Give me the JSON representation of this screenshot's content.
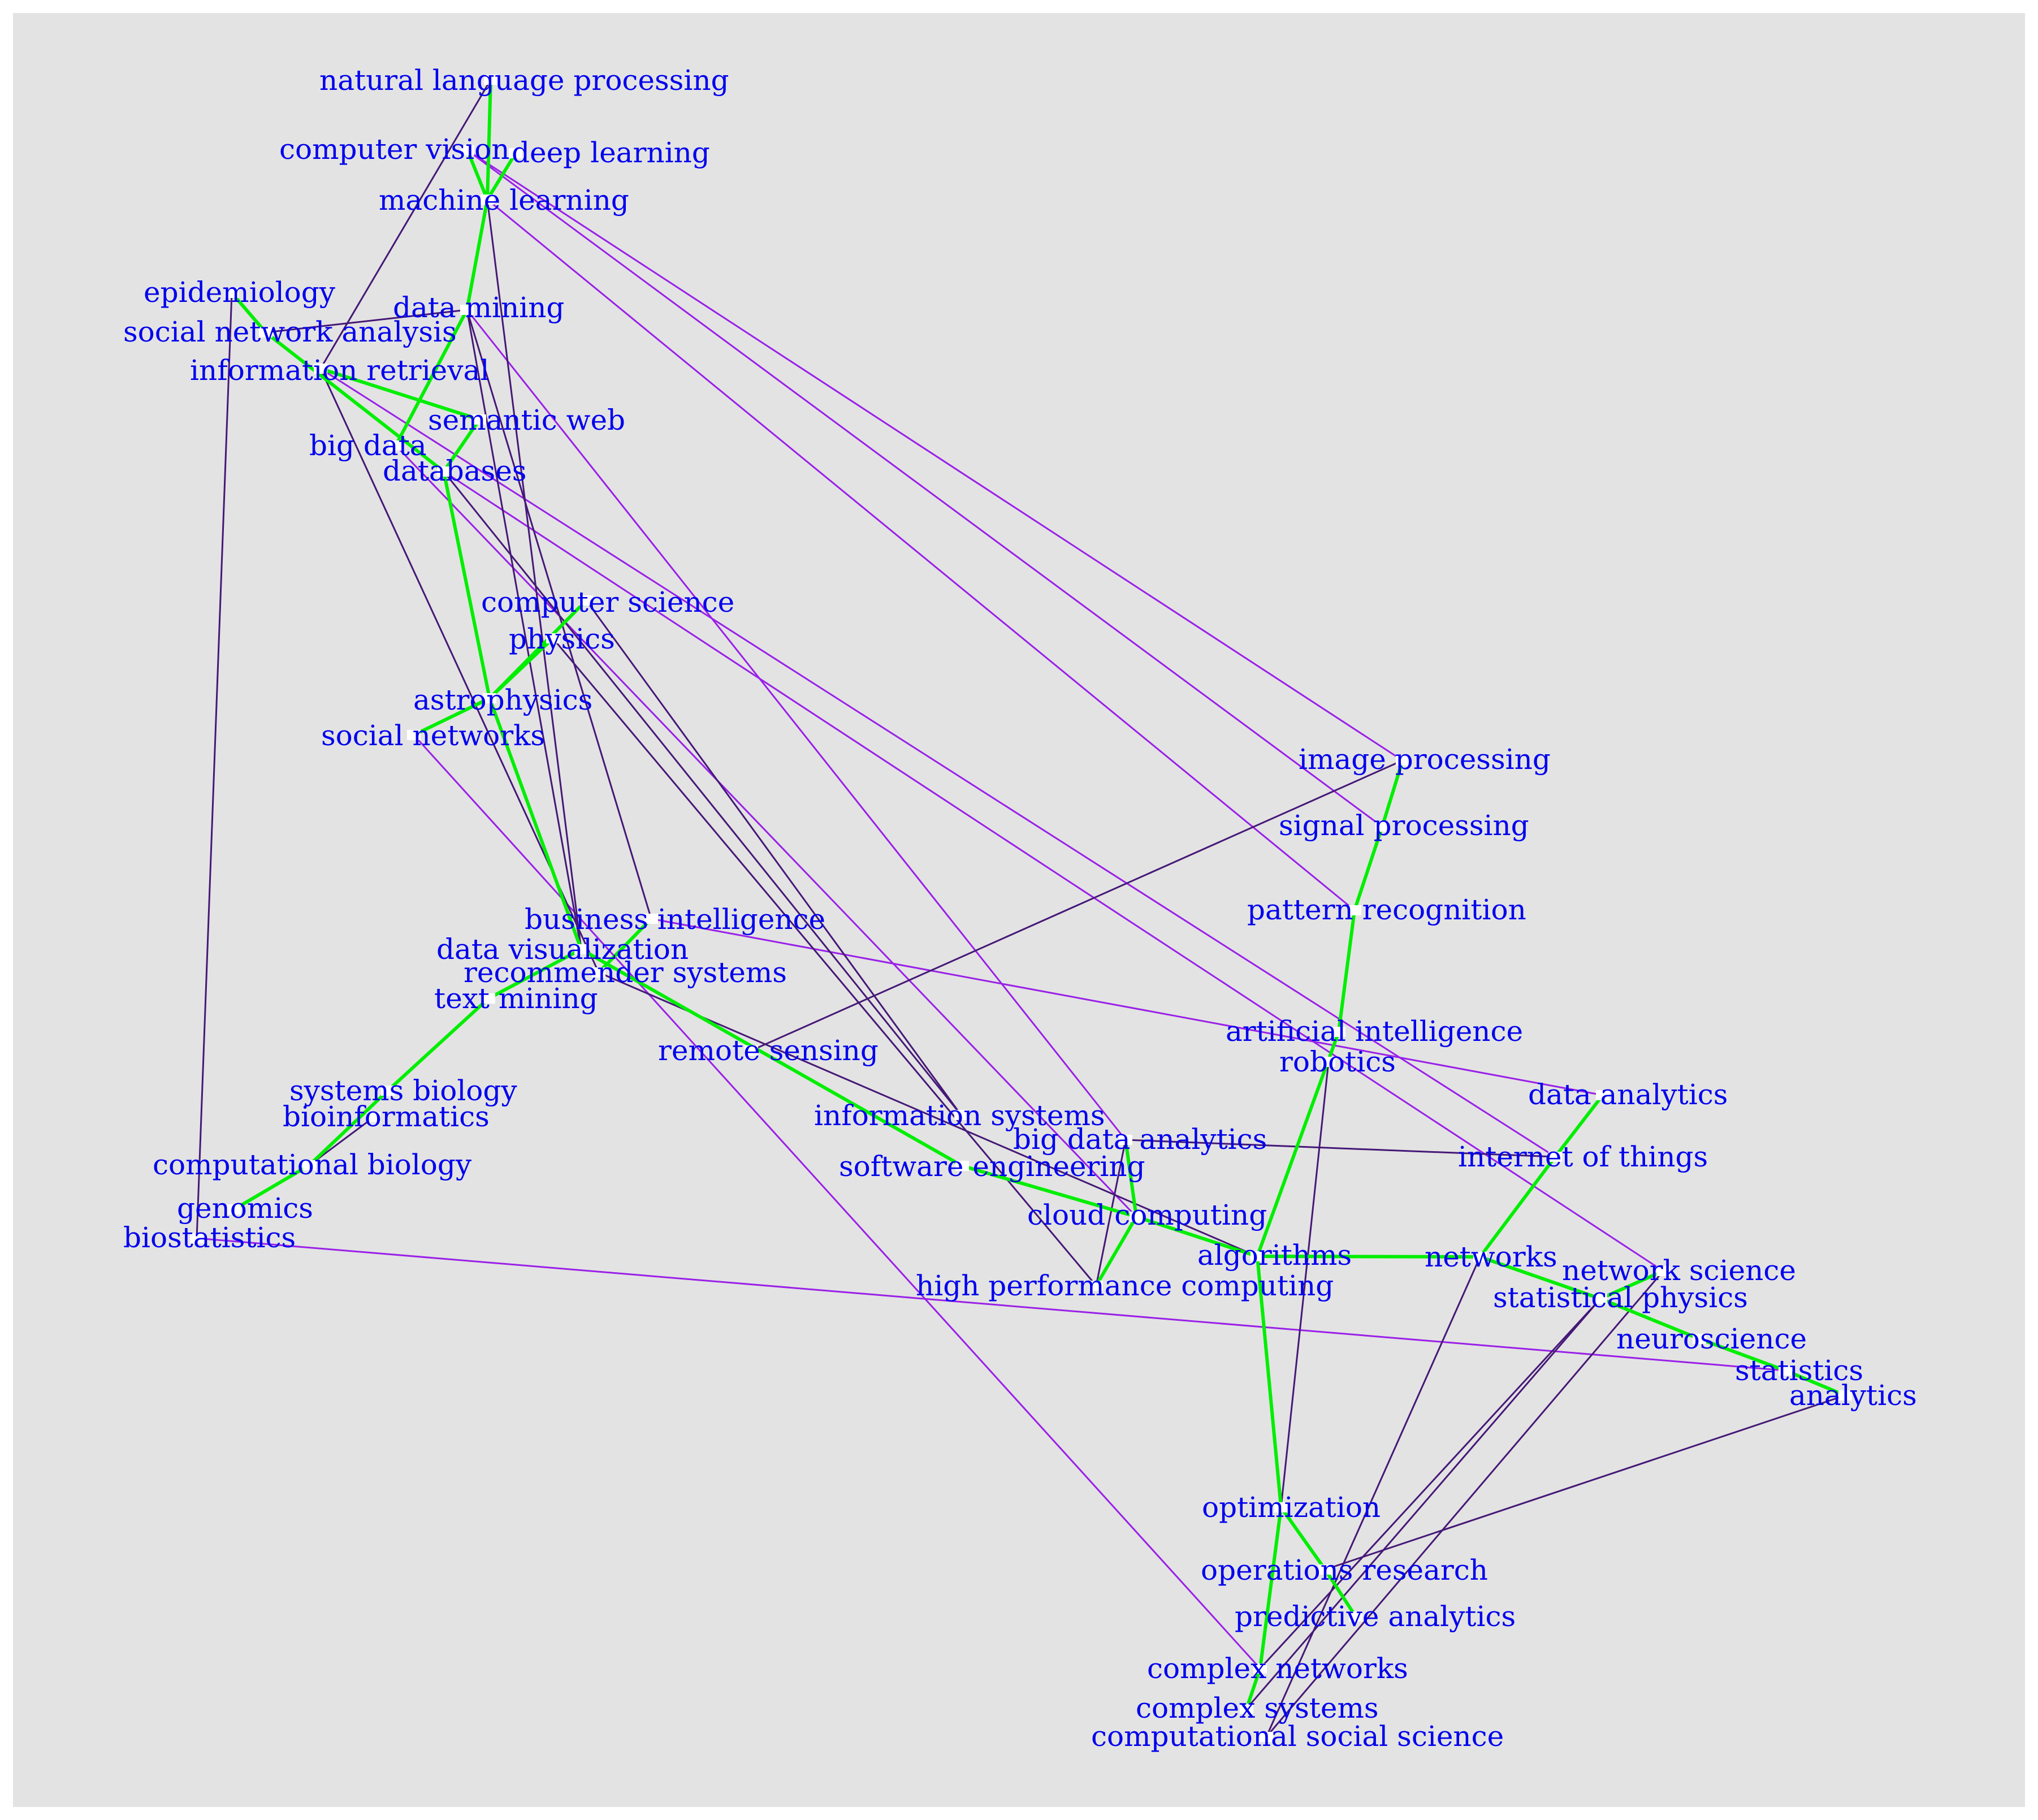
{
  "colors": {
    "background": "#e3e3e3",
    "label": "#0000ee",
    "marker": "#ffffff",
    "edge_green": "#00ee00",
    "edge_purple": "#9a20e8",
    "edge_dark": "#451877"
  },
  "nodes": [
    {
      "id": "nlp",
      "label": "natural language processing"
    },
    {
      "id": "cv",
      "label": "computer vision"
    },
    {
      "id": "dl",
      "label": "deep learning"
    },
    {
      "id": "ml",
      "label": "machine learning"
    },
    {
      "id": "epi",
      "label": "epidemiology"
    },
    {
      "id": "dm",
      "label": "data mining"
    },
    {
      "id": "sna",
      "label": "social network analysis"
    },
    {
      "id": "ir",
      "label": "information retrieval"
    },
    {
      "id": "sw",
      "label": "semantic web"
    },
    {
      "id": "bd",
      "label": "big data"
    },
    {
      "id": "db",
      "label": "databases"
    },
    {
      "id": "cs",
      "label": "computer science"
    },
    {
      "id": "phys",
      "label": "physics"
    },
    {
      "id": "astro",
      "label": "astrophysics"
    },
    {
      "id": "sn",
      "label": "social networks"
    },
    {
      "id": "imgp",
      "label": "image processing"
    },
    {
      "id": "sigp",
      "label": "signal processing"
    },
    {
      "id": "pr",
      "label": "pattern recognition"
    },
    {
      "id": "bi",
      "label": "business intelligence"
    },
    {
      "id": "dv",
      "label": "data visualization"
    },
    {
      "id": "rs",
      "label": "recommender systems"
    },
    {
      "id": "tm",
      "label": "text mining"
    },
    {
      "id": "ai",
      "label": "artificial intelligence"
    },
    {
      "id": "rob",
      "label": "robotics"
    },
    {
      "id": "rsens",
      "label": "remote sensing"
    },
    {
      "id": "da",
      "label": "data analytics"
    },
    {
      "id": "sysb",
      "label": "systems biology"
    },
    {
      "id": "bioinf",
      "label": "bioinformatics"
    },
    {
      "id": "is",
      "label": "information systems"
    },
    {
      "id": "bda",
      "label": "big data analytics"
    },
    {
      "id": "iot",
      "label": "internet of things"
    },
    {
      "id": "compbio",
      "label": "computational biology"
    },
    {
      "id": "se",
      "label": "software engineering"
    },
    {
      "id": "gen",
      "label": "genomics"
    },
    {
      "id": "cc",
      "label": "cloud computing"
    },
    {
      "id": "biostat",
      "label": "biostatistics"
    },
    {
      "id": "alg",
      "label": "algorithms"
    },
    {
      "id": "net",
      "label": "networks"
    },
    {
      "id": "netsci",
      "label": "network science"
    },
    {
      "id": "hpc",
      "label": "high performance computing"
    },
    {
      "id": "statphys",
      "label": "statistical physics"
    },
    {
      "id": "neuro",
      "label": "neuroscience"
    },
    {
      "id": "stats",
      "label": "statistics"
    },
    {
      "id": "analytics",
      "label": "analytics"
    },
    {
      "id": "opt",
      "label": "optimization"
    },
    {
      "id": "or",
      "label": "operations research"
    },
    {
      "id": "pa",
      "label": "predictive analytics"
    },
    {
      "id": "cn",
      "label": "complex networks"
    },
    {
      "id": "csys",
      "label": "complex systems"
    },
    {
      "id": "css",
      "label": "computational social science"
    }
  ],
  "edges": [
    {
      "from": "nlp",
      "to": "ml",
      "color": "green"
    },
    {
      "from": "dl",
      "to": "ml",
      "color": "green"
    },
    {
      "from": "cv",
      "to": "ml",
      "color": "green"
    },
    {
      "from": "ml",
      "to": "dm",
      "color": "green"
    },
    {
      "from": "dm",
      "to": "bd",
      "color": "green"
    },
    {
      "from": "epi",
      "to": "sna",
      "color": "green"
    },
    {
      "from": "sna",
      "to": "db",
      "color": "green"
    },
    {
      "from": "ir",
      "to": "sw",
      "color": "green"
    },
    {
      "from": "sw",
      "to": "db",
      "color": "green"
    },
    {
      "from": "db",
      "to": "astro",
      "color": "green"
    },
    {
      "from": "cs",
      "to": "astro",
      "color": "green"
    },
    {
      "from": "phys",
      "to": "astro",
      "color": "green"
    },
    {
      "from": "astro",
      "to": "sn",
      "color": "green"
    },
    {
      "from": "astro",
      "to": "dv",
      "color": "green"
    },
    {
      "from": "bi",
      "to": "rs",
      "color": "green"
    },
    {
      "from": "dv",
      "to": "tm",
      "color": "green"
    },
    {
      "from": "tm",
      "to": "sysb",
      "color": "green"
    },
    {
      "from": "sysb",
      "to": "compbio",
      "color": "green"
    },
    {
      "from": "compbio",
      "to": "gen",
      "color": "green"
    },
    {
      "from": "dv",
      "to": "se",
      "color": "green"
    },
    {
      "from": "se",
      "to": "cc",
      "color": "green"
    },
    {
      "from": "bda",
      "to": "cc",
      "color": "green"
    },
    {
      "from": "cc",
      "to": "hpc",
      "color": "green"
    },
    {
      "from": "cc",
      "to": "alg",
      "color": "green"
    },
    {
      "from": "alg",
      "to": "net",
      "color": "green"
    },
    {
      "from": "net",
      "to": "iot",
      "color": "green"
    },
    {
      "from": "iot",
      "to": "da",
      "color": "green"
    },
    {
      "from": "imgp",
      "to": "sigp",
      "color": "green"
    },
    {
      "from": "sigp",
      "to": "pr",
      "color": "green"
    },
    {
      "from": "pr",
      "to": "ai",
      "color": "green"
    },
    {
      "from": "ai",
      "to": "alg",
      "color": "green"
    },
    {
      "from": "alg",
      "to": "opt",
      "color": "green"
    },
    {
      "from": "opt",
      "to": "or",
      "color": "green"
    },
    {
      "from": "or",
      "to": "pa",
      "color": "green"
    },
    {
      "from": "opt",
      "to": "cn",
      "color": "green"
    },
    {
      "from": "cn",
      "to": "csys",
      "color": "green"
    },
    {
      "from": "net",
      "to": "statphys",
      "color": "green"
    },
    {
      "from": "netsci",
      "to": "statphys",
      "color": "green"
    },
    {
      "from": "statphys",
      "to": "neuro",
      "color": "green"
    },
    {
      "from": "neuro",
      "to": "stats",
      "color": "green"
    },
    {
      "from": "stats",
      "to": "analytics",
      "color": "green"
    },
    {
      "from": "cv",
      "to": "imgp",
      "color": "purple"
    },
    {
      "from": "cv",
      "to": "sigp",
      "color": "purple"
    },
    {
      "from": "ml",
      "to": "pr",
      "color": "purple"
    },
    {
      "from": "dm",
      "to": "bda",
      "color": "purple"
    },
    {
      "from": "ir",
      "to": "iot",
      "color": "purple"
    },
    {
      "from": "db",
      "to": "netsci",
      "color": "purple"
    },
    {
      "from": "bd",
      "to": "cc",
      "color": "purple"
    },
    {
      "from": "sn",
      "to": "cn",
      "color": "purple"
    },
    {
      "from": "bi",
      "to": "da",
      "color": "purple"
    },
    {
      "from": "biostat",
      "to": "stats",
      "color": "purple"
    },
    {
      "from": "nlp",
      "to": "ir",
      "color": "dark"
    },
    {
      "from": "ml",
      "to": "dv",
      "color": "dark"
    },
    {
      "from": "sna",
      "to": "dm",
      "color": "dark"
    },
    {
      "from": "dm",
      "to": "bi",
      "color": "dark"
    },
    {
      "from": "dm",
      "to": "dv",
      "color": "dark"
    },
    {
      "from": "ir",
      "to": "rs",
      "color": "dark"
    },
    {
      "from": "db",
      "to": "is",
      "color": "dark"
    },
    {
      "from": "cs",
      "to": "is",
      "color": "dark"
    },
    {
      "from": "phys",
      "to": "hpc",
      "color": "dark"
    },
    {
      "from": "rs",
      "to": "alg",
      "color": "dark"
    },
    {
      "from": "rsens",
      "to": "imgp",
      "color": "dark"
    },
    {
      "from": "bda",
      "to": "hpc",
      "color": "dark"
    },
    {
      "from": "bda",
      "to": "iot",
      "color": "dark"
    },
    {
      "from": "rob",
      "to": "opt",
      "color": "dark"
    },
    {
      "from": "epi",
      "to": "biostat",
      "color": "dark"
    },
    {
      "from": "compbio",
      "to": "bioinf",
      "color": "dark"
    },
    {
      "from": "net",
      "to": "css",
      "color": "dark"
    },
    {
      "from": "statphys",
      "to": "csys",
      "color": "dark"
    },
    {
      "from": "statphys",
      "to": "cn",
      "color": "dark"
    },
    {
      "from": "netsci",
      "to": "css",
      "color": "dark"
    },
    {
      "from": "analytics",
      "to": "or",
      "color": "dark"
    }
  ]
}
